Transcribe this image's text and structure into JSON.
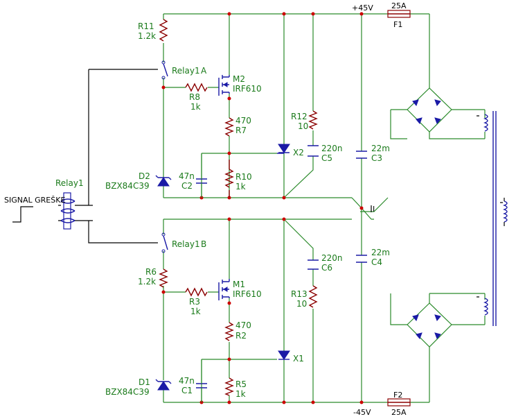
{
  "supply": {
    "pos": "+45V",
    "neg": "-45V",
    "gnd": "I"
  },
  "signal": "SIGNAL GREŠKE",
  "relay": {
    "name": "Relay1",
    "contact_a": "Relay1",
    "a": "A",
    "contact_b": "Relay1",
    "b": "B"
  },
  "fuses": [
    {
      "ref": "F1",
      "value": "25A"
    },
    {
      "ref": "F2",
      "value": "25A"
    }
  ],
  "resistors": {
    "R11": {
      "ref": "R11",
      "value": "1.2k"
    },
    "R8": {
      "ref": "R8",
      "value": "1k"
    },
    "R7": {
      "ref": "R7",
      "value": "470"
    },
    "R10": {
      "ref": "R10",
      "value": "1k"
    },
    "R12": {
      "ref": "R12",
      "value": "10"
    },
    "R6": {
      "ref": "R6",
      "value": "1.2k"
    },
    "R3": {
      "ref": "R3",
      "value": "1k"
    },
    "R2": {
      "ref": "R2",
      "value": "470"
    },
    "R5": {
      "ref": "R5",
      "value": "1k"
    },
    "R13": {
      "ref": "R13",
      "value": "10"
    }
  },
  "capacitors": {
    "C2": {
      "ref": "C2",
      "value": "47n"
    },
    "C5": {
      "ref": "C5",
      "value": "220n"
    },
    "C3": {
      "ref": "C3",
      "value": "22m"
    },
    "C1": {
      "ref": "C1",
      "value": "47n"
    },
    "C6": {
      "ref": "C6",
      "value": "220n"
    },
    "C4": {
      "ref": "C4",
      "value": "22m"
    }
  },
  "transistors": {
    "M2": {
      "ref": "M2",
      "value": "IRF610"
    },
    "M1": {
      "ref": "M1",
      "value": "IRF610"
    }
  },
  "zeners": {
    "D2": {
      "ref": "D2",
      "value": "BZX84C39"
    },
    "D1": {
      "ref": "D1",
      "value": "BZX84C39"
    }
  },
  "thyristors": {
    "X2": "X2",
    "X1": "X1"
  }
}
